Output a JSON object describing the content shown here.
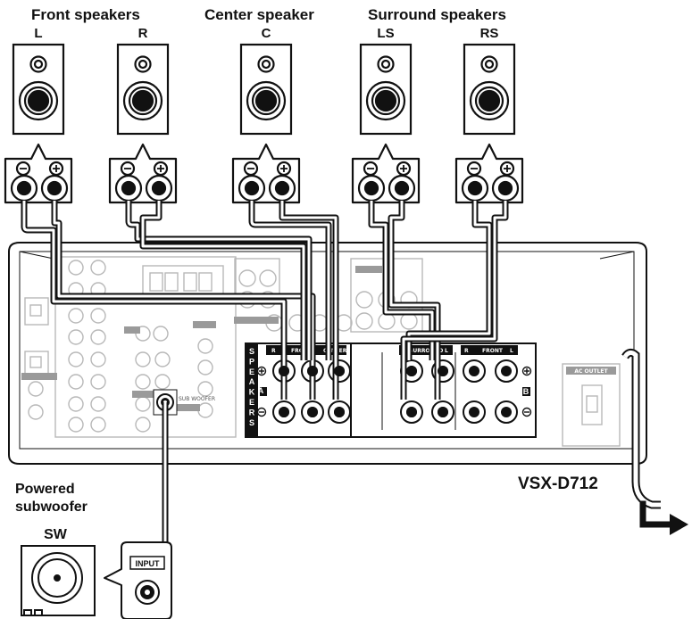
{
  "group_labels": {
    "front": "Front speakers",
    "center": "Center speaker",
    "surround": "Surround speakers"
  },
  "speakers": [
    {
      "id": "L",
      "label": "L"
    },
    {
      "id": "R",
      "label": "R"
    },
    {
      "id": "C",
      "label": "C"
    },
    {
      "id": "LS",
      "label": "LS"
    },
    {
      "id": "RS",
      "label": "RS"
    }
  ],
  "model": "VSX-D712",
  "subwoofer": {
    "title_line1": "Powered",
    "title_line2": "subwoofer",
    "label": "SW",
    "input_label": "INPUT"
  },
  "receiver_panel": {
    "speakers_vertical": "SPEAKERS",
    "bank_a": "A",
    "bank_b": "B",
    "terminals_a": {
      "r": "R",
      "front": "FRONT",
      "l": "L",
      "center": "CENTER"
    },
    "terminals_b": {
      "r": "R",
      "surround": "SURROUND",
      "l": "L",
      "r2": "R",
      "front": "FRONT",
      "l2": "L"
    },
    "sub_out": "SUB WOOFER",
    "ac_outlet": "AC OUTLET"
  },
  "colors": {
    "line": "#111111",
    "panel_detail": "#bdbdbd",
    "dark_panel": "#222222"
  }
}
